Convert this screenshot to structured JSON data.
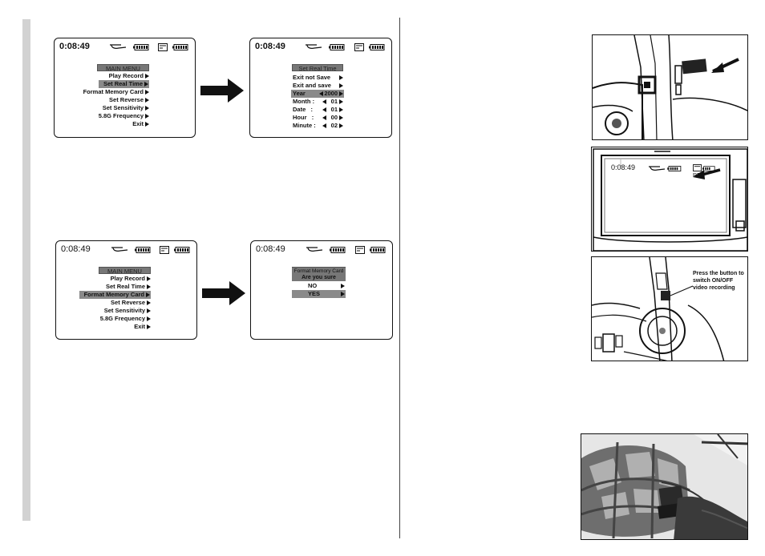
{
  "status": {
    "time": "0:08:49"
  },
  "main_menu": {
    "title": "MAIN MENU",
    "items": [
      "Play Record",
      "Set Real Time",
      "Format Memory Card",
      "Set Reverse",
      "Set Sensitivity",
      "5.8G Frequency",
      "Exit"
    ]
  },
  "set_real_time": {
    "title": "Set Real Time",
    "options": [
      "Exit not Save",
      "Exit and save"
    ],
    "fields": [
      {
        "label": "Year",
        "value": "2000"
      },
      {
        "label": "Month",
        "value": "01"
      },
      {
        "label": "Date",
        "value": "01"
      },
      {
        "label": "Hour",
        "value": "00"
      },
      {
        "label": "Minute",
        "value": "02"
      }
    ]
  },
  "format_dialog": {
    "title": "Format Memory Card",
    "question": "Are you sure",
    "options": [
      "NO",
      "YES"
    ]
  },
  "photos": {
    "rec_time": "0:08:49",
    "rec_label": "REC",
    "button_caption_lines": [
      "Press the button to",
      "switch ON/OFF",
      "video recording"
    ]
  },
  "icons": [
    "helicopter-icon",
    "battery-icon",
    "memory-card-icon",
    "arrow-right-icon"
  ]
}
